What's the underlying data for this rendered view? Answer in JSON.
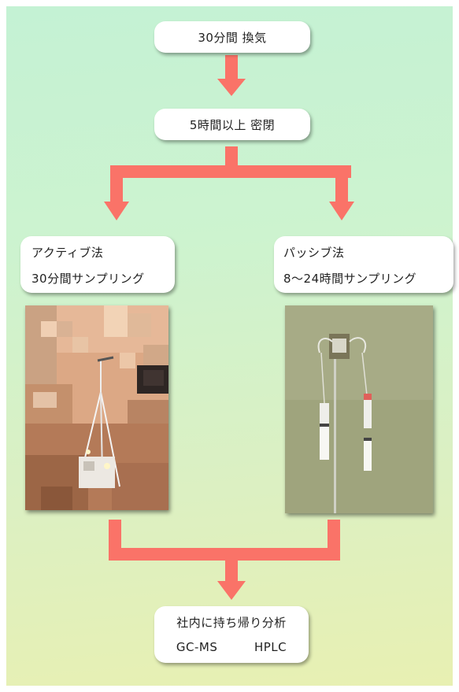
{
  "steps": {
    "ventilate": "30分間 換気",
    "seal": "5時間以上 密閉"
  },
  "active": {
    "title": "アクティブ法",
    "subtitle": "30分間サンプリング"
  },
  "passive": {
    "title": "パッシブ法",
    "subtitle": "8～24時間サンプリング"
  },
  "analysis": {
    "title": "社内に持ち帰り分析",
    "method1": "GC-MS",
    "method2": "HPLC"
  },
  "colors": {
    "arrow": "#fa7368",
    "background_top": "#c4f2d4",
    "background_bottom": "#e8f0b2"
  }
}
